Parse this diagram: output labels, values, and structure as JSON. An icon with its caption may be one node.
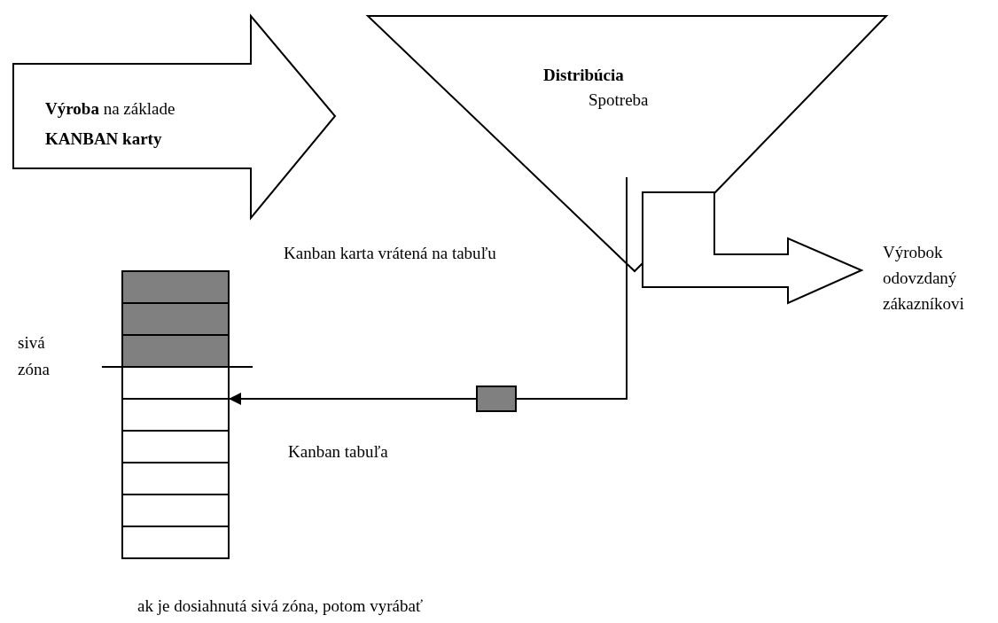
{
  "diagram": {
    "nodes": [
      {
        "text": [
          "**Výroba** na základe **KANBAN karty**"
        ]
      },
      {
        "text": [
          "Distribúcia",
          "Spotreba"
        ]
      },
      {
        "text": [],
        "shape": "arrow"
      },
      {
        "text": [],
        "shape": "box"
      },
      {
        "text": [],
        "shape": "box"
      }
    ],
    "edges": [
      {
        "from": 1,
        "to": 4,
        "arrow": "none"
      },
      {
        "from": 4,
        "to": 3,
        "arrow": "to"
      }
    ],
    "labels": [
      "Výrobok odovzdaný zákazníkovi",
      "Kanban karta vrátená na tabuľu",
      "sivá zóna",
      "Kanban tabuľa",
      "ak je dosiahnutá sivá zóna, potom vyrábať"
    ]
  }
}
